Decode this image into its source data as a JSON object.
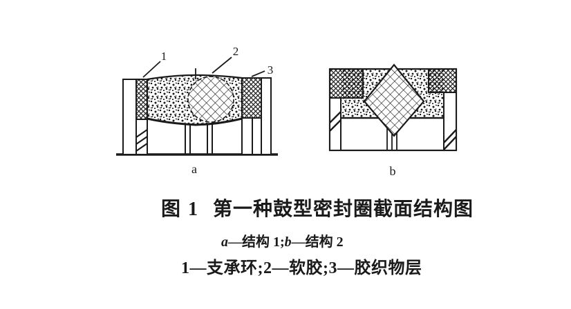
{
  "page": {
    "paper_color": "#ffffff",
    "ink_color": "#1a1a1a"
  },
  "figure": {
    "caption": {
      "prefix": "图 1",
      "title": "第一种鼓型密封圈截面结构图"
    },
    "variant_key": {
      "a_label": "a",
      "a_text": "—结构 1;",
      "b_label": "b",
      "b_text": "—结构 2"
    },
    "part_legend": "1—支承环;2—软胶;3—胶织物层",
    "diagram_a": {
      "label": "a",
      "callout_1": "1",
      "callout_2": "2",
      "callout_3": "3"
    },
    "diagram_b": {
      "label": "b"
    }
  }
}
